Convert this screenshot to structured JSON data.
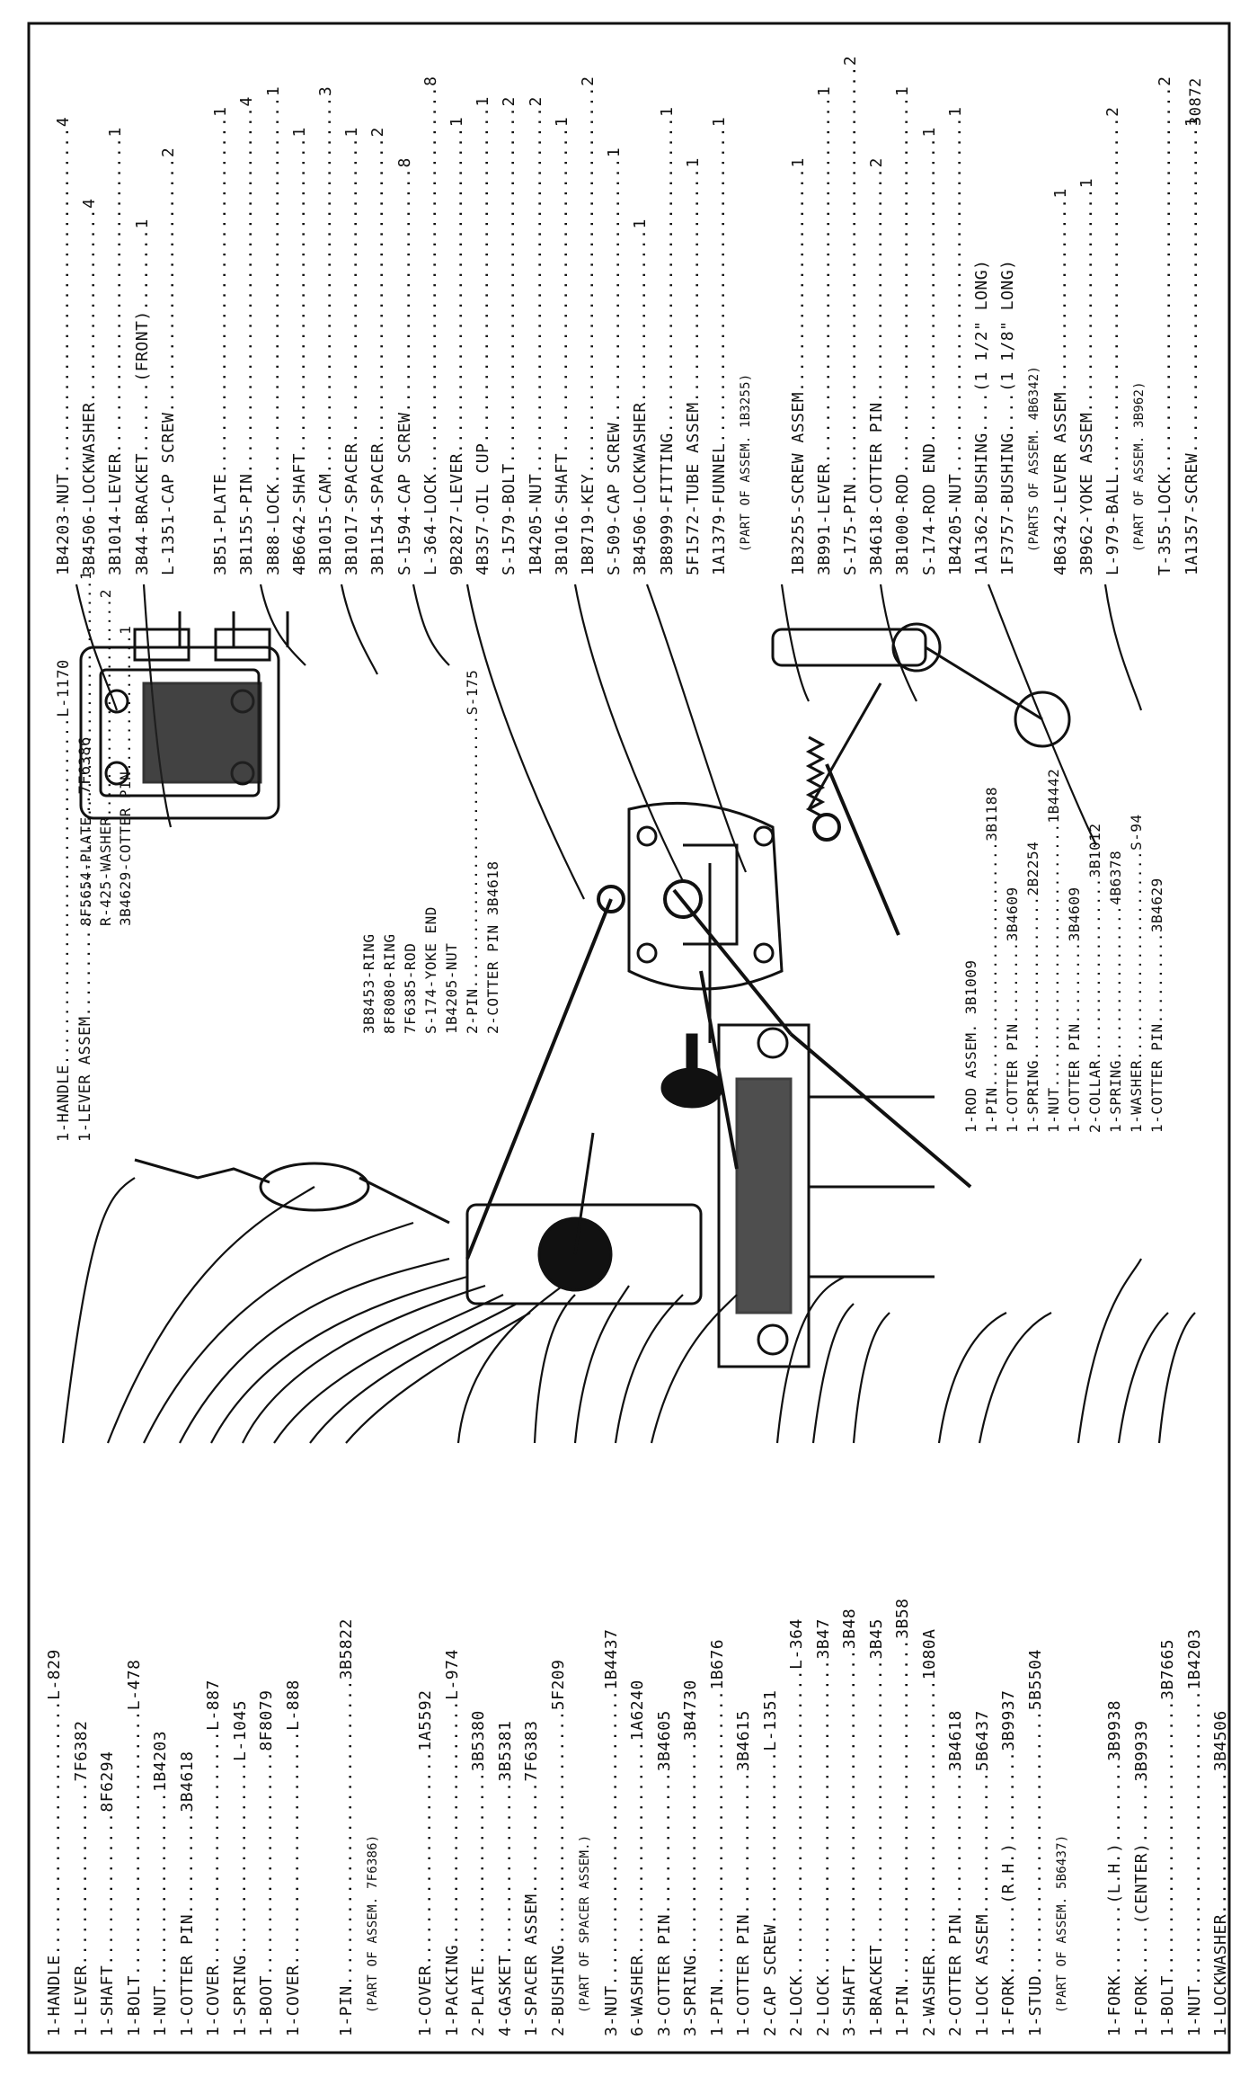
{
  "sheet_number": "30872",
  "bottom_parts": [
    {
      "t": "1-HANDLE.........................L-829"
    },
    {
      "t": "1-LEVER..................7F6382"
    },
    {
      "t": "1-SHAFT...............8F6294"
    },
    {
      "t": "1-BOLT..........................L-478"
    },
    {
      "t": "1-NUT...................1B4203"
    },
    {
      "t": "1-COTTER PIN..........3B4618"
    },
    {
      "t": "1-COVER.......................L-887"
    },
    {
      "t": "1-SPRING...................L-1045"
    },
    {
      "t": "1-BOOT......................8F8079"
    },
    {
      "t": "1-COVER.......................L-888"
    },
    {
      "t": ""
    },
    {
      "t": "1-PIN..............................3B5822"
    },
    {
      "t": "   (PART OF ASSEM. 7F6386)",
      "sub": true
    },
    {
      "t": ""
    },
    {
      "t": "1-COVER.....................1A5592"
    },
    {
      "t": "1-PACKING........................L-974"
    },
    {
      "t": "2-PLATE...................3B5380"
    },
    {
      "t": "4-GASKET.................3B5381"
    },
    {
      "t": "1-SPACER ASSEM...........7F6383"
    },
    {
      "t": "2-BUSHING.......................5F209"
    },
    {
      "t": "   (PART OF SPACER ASSEM.)",
      "sub": true
    },
    {
      "t": "3-NUT.............................1B4437"
    },
    {
      "t": "6-WASHER.....................1A6240"
    },
    {
      "t": "3-COTTER PIN..............3B4605"
    },
    {
      "t": "3-SPRING.....................3B4730"
    },
    {
      "t": "1-PIN.............................1B676"
    },
    {
      "t": "1-COTTER PIN..............3B4615"
    },
    {
      "t": "2-CAP SCREW.................L-1351"
    },
    {
      "t": "2-LOCK..............................L-364"
    },
    {
      "t": "2-LOCK...............................3B47"
    },
    {
      "t": "3-SHAFT...............................3B48"
    },
    {
      "t": "1-BRACKET............................3B45"
    },
    {
      "t": "1-PIN..................................3B58"
    },
    {
      "t": "2-WASHER...........................1080A"
    },
    {
      "t": "2-COTTER PIN..............3B4618"
    },
    {
      "t": "1-LOCK ASSEM..............5B6437"
    },
    {
      "t": "1-FORK.......(R.H.).........3B9937"
    },
    {
      "t": "1-STUD..........................5B5504"
    },
    {
      "t": "   (PART OF ASSEM. 5B6437)",
      "sub": true
    },
    {
      "t": ""
    },
    {
      "t": "1-FORK.......(L.H.)........3B9938"
    },
    {
      "t": "1-FORK.....(CENTER)......3B9939"
    },
    {
      "t": "1-BOLT...........................3B7665"
    },
    {
      "t": "1-NUT.............................1B4203"
    },
    {
      "t": "1-LOCKWASHER..............3B4506"
    }
  ],
  "top_parts": [
    {
      "t": "1B4203-NUT..................................4"
    },
    {
      "t": "3B4506-LOCKWASHER...................4"
    },
    {
      "t": "3B1014-LEVER...............................1"
    },
    {
      "t": "3B44-BRACKET.......(FRONT)........1"
    },
    {
      "t": "L-1351-CAP SCREW.........................2"
    },
    {
      "t": ""
    },
    {
      "t": "3B51-PLATE...................................1"
    },
    {
      "t": "3B1155-PIN....................................4"
    },
    {
      "t": "3B88-LOCK......................................1"
    },
    {
      "t": "4B6642-SHAFT...............................1"
    },
    {
      "t": "3B1015-CAM.....................................3"
    },
    {
      "t": "3B1017-SPACER..............................1"
    },
    {
      "t": "3B1154-SPACER..............................2"
    },
    {
      "t": "S-1594-CAP SCREW........................8"
    },
    {
      "t": "L-364-LOCK......................................8"
    },
    {
      "t": "9B2827-LEVER................................1"
    },
    {
      "t": "4B357-OIL CUP.................................1"
    },
    {
      "t": "S-1579-BOLT...................................2"
    },
    {
      "t": "1B4205-NUT....................................2"
    },
    {
      "t": "3B1016-SHAFT................................1"
    },
    {
      "t": "1B8719-KEY......................................2"
    },
    {
      "t": "S-509-CAP SCREW..........................1"
    },
    {
      "t": "3B4506-LOCKWASHER.................1"
    },
    {
      "t": "3B8999-FITTING...............................1"
    },
    {
      "t": "5F1572-TUBE ASSEM.......................1"
    },
    {
      "t": "1A1379-FUNNEL...............................1"
    },
    {
      "t": "   (PART OF ASSEM. 1B3255)",
      "sub": true
    },
    {
      "t": ""
    },
    {
      "t": "1B3255-SCREW ASSEM......................1"
    },
    {
      "t": "3B991-LEVER....................................1"
    },
    {
      "t": "S-175-PIN.........................................2"
    },
    {
      "t": "3B4618-COTTER PIN.......................2"
    },
    {
      "t": "3B1000-ROD.....................................1"
    },
    {
      "t": "S-174-ROD END..............................1"
    },
    {
      "t": "1B4205-NUT...................................1"
    },
    {
      "t": "1A1362-BUSHING....(1 1/2\" LONG)"
    },
    {
      "t": "1F3757-BUSHING....(1 1/8\" LONG)"
    },
    {
      "t": "   (PARTS OF ASSEM. 4B6342)",
      "sub": true
    },
    {
      "t": "4B6342-LEVER ASSEM...................1"
    },
    {
      "t": "3B962-YOKE ASSEM......................1"
    },
    {
      "t": "L-979-BALL...................................2"
    },
    {
      "t": "   (PART OF ASSEM. 3B962)",
      "sub": true
    },
    {
      "t": "T-355-LOCK......................................2"
    },
    {
      "t": "1A1357-SCREW................................1"
    }
  ],
  "handle_group": [
    {
      "t": "1-HANDLE....................................L-1170"
    },
    {
      "t": "1-LEVER ASSEM.......................7F6386"
    }
  ],
  "plate_group": [
    {
      "t": "8F5654-PLATE..........................1"
    },
    {
      "t": "R-425-WASHER........................2"
    },
    {
      "t": "3B4629-COTTER PIN...............1"
    }
  ],
  "ring_group": [
    {
      "t": "3B8453-RING"
    },
    {
      "t": "8F8080-RING"
    },
    {
      "t": "7F6385-ROD"
    },
    {
      "t": "S-174-YOKE END"
    },
    {
      "t": "1B4205-NUT"
    },
    {
      "t": "2-PIN..............................S-175"
    },
    {
      "t": "2-COTTER PIN 3B4618"
    }
  ],
  "rod_group": [
    {
      "t": "1-ROD ASSEM. 3B1009"
    },
    {
      "t": "1-PIN...........................3B1188"
    },
    {
      "t": "1-COTTER PIN.........3B4609"
    },
    {
      "t": "1-SPRING..................2B2254"
    },
    {
      "t": "1-NUT.............................1B4442"
    },
    {
      "t": "1-COTTER PIN.........3B4609"
    },
    {
      "t": "2-COLLAR....................3B1012"
    },
    {
      "t": "1-SPRING.................4B6378"
    },
    {
      "t": "1-WASHER.......................S-94"
    },
    {
      "t": "1-COTTER PIN..........3B4629"
    }
  ]
}
